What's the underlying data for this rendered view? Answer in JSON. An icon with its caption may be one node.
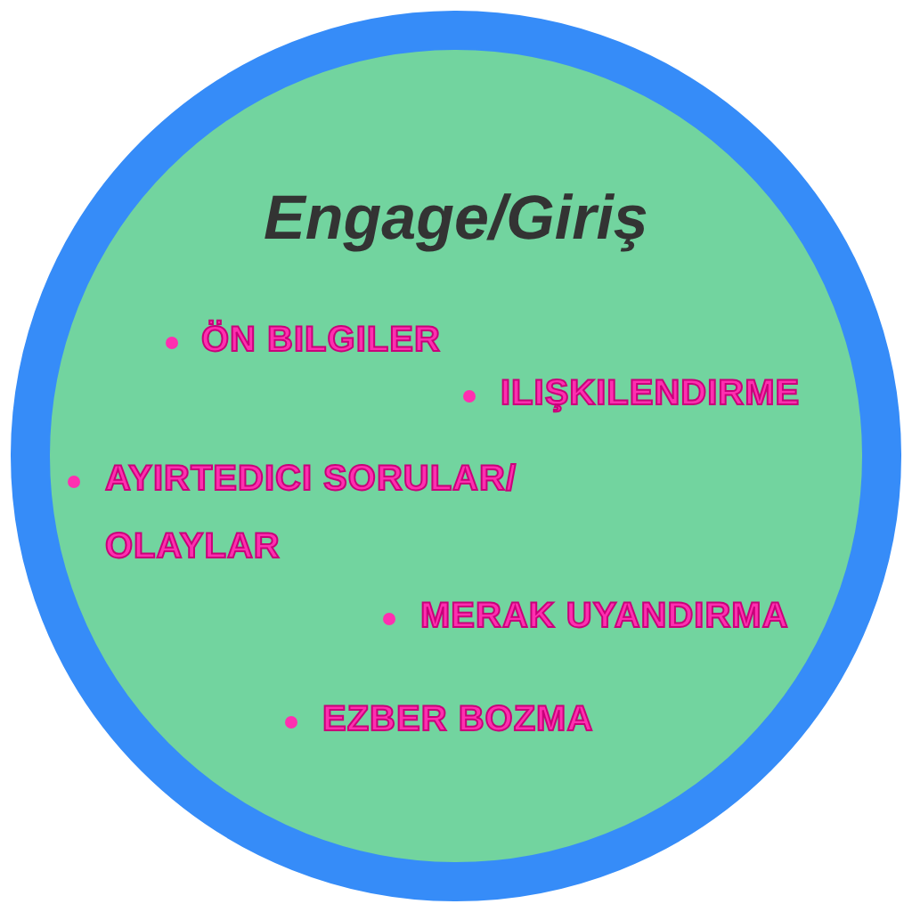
{
  "diagram": {
    "nodes": [
      {
        "text": [
          "Engage/Giriş",
          "ÖN BILGILER",
          "ILIŞKILENDIRME",
          "AYIRTEDICI SORULAR/ OLAYLAR",
          "MERAK UYANDIRMA",
          "EZBER BOZMA"
        ]
      }
    ]
  }
}
